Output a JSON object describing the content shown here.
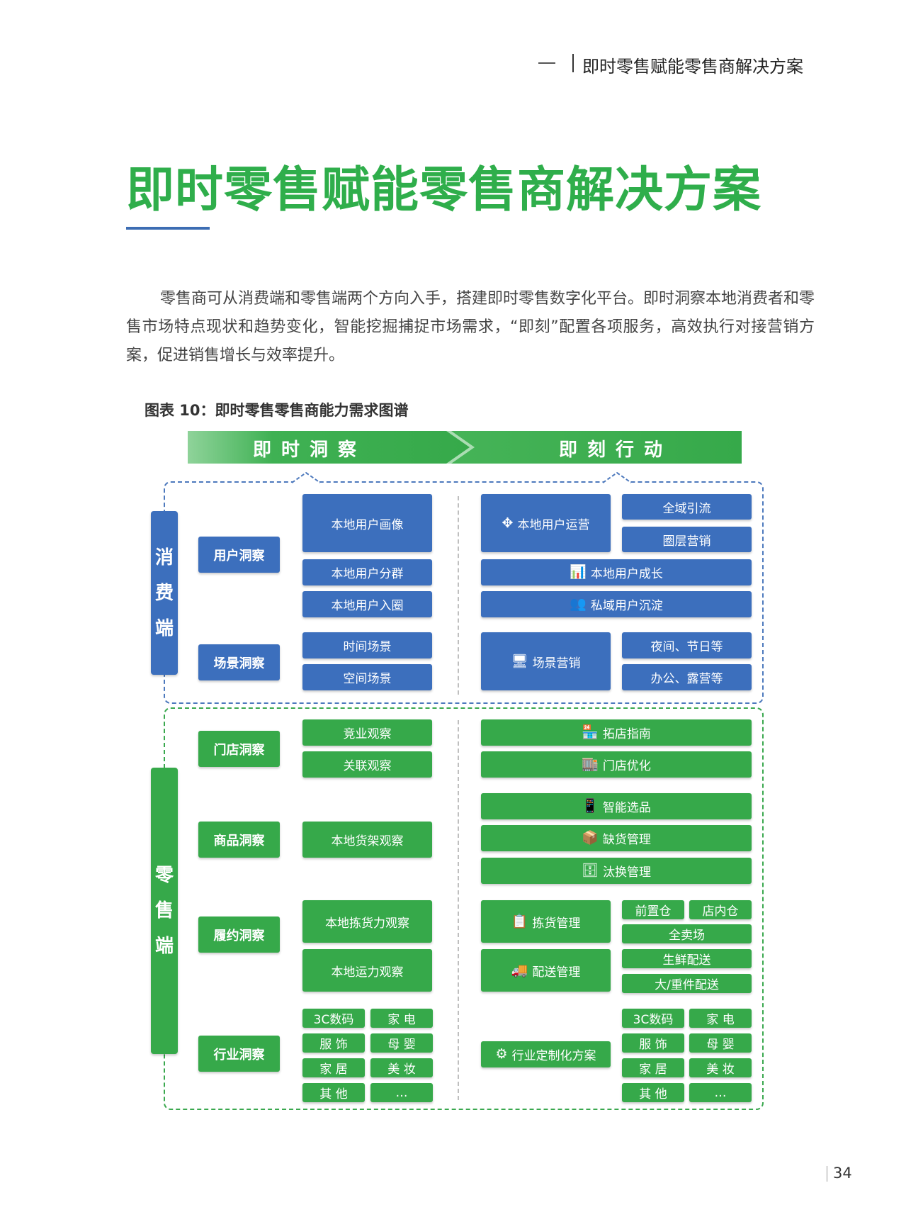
{
  "header": {
    "section_title": "即时零售赋能零售商解决方案"
  },
  "title": "即时零售赋能零售商解决方案",
  "paragraph": "零售商可从消费端和零售端两个方向入手，搭建即时零售数字化平台。即时洞察本地消费者和零售市场特点现状和趋势变化，智能挖掘捕捉市场需求，“即刻”配置各项服务，高效执行对接营销方案，促进销售增长与效率提升。",
  "caption": "图表 10：即时零售零售商能力需求图谱",
  "banner": {
    "left": "即时洞察",
    "right": "即刻行动"
  },
  "colors": {
    "green": "#36a94a",
    "blue": "#3c6fbd",
    "title_green": "#2fae4b"
  },
  "consumer": {
    "side_label": [
      "消",
      "费",
      "端"
    ],
    "user_insight": "用户洞察",
    "scene_insight": "场景洞察",
    "user_items": [
      "本地用户画像",
      "本地用户分群",
      "本地用户入圈"
    ],
    "scene_items": [
      "时间场景",
      "空间场景"
    ],
    "actions": {
      "local_ops": "本地用户运营",
      "local_ops_icon": "network-icon",
      "local_ops_sub": [
        "全域引流",
        "圈层营销"
      ],
      "growth": "本地用户成长",
      "growth_icon": "chart-growth-icon",
      "private": "私域用户沉淀",
      "private_icon": "users-icon",
      "scene_marketing": "场景营销",
      "scene_marketing_icon": "monitor-icon",
      "scene_marketing_sub": [
        "夜间、节日等",
        "办公、露营等"
      ]
    }
  },
  "retail": {
    "side_label": [
      "零",
      "售",
      "端"
    ],
    "store_insight": "门店洞察",
    "product_insight": "商品洞察",
    "fulfil_insight": "履约洞察",
    "industry_insight": "行业洞察",
    "store_items": [
      "竞业观察",
      "关联观察"
    ],
    "product_items": [
      "本地货架观察"
    ],
    "fulfil_items": [
      "本地拣货力观察",
      "本地运力观察"
    ],
    "industry_items": [
      "3C数码",
      "家 电",
      "服 饰",
      "母 婴",
      "家 居",
      "美 妆",
      "其 他",
      "…"
    ],
    "actions": {
      "expansion": "拓店指南",
      "optimize": "门店优化",
      "selection": "智能选品",
      "stockout": "缺货管理",
      "replace": "汰换管理",
      "picking": "拣货管理",
      "picking_sub": [
        "前置仓",
        "店内仓",
        "全卖场"
      ],
      "delivery": "配送管理",
      "delivery_sub": [
        "生鲜配送",
        "大/重件配送"
      ],
      "custom": "行业定制化方案",
      "custom_items": [
        "3C数码",
        "家 电",
        "服 饰",
        "母 婴",
        "家 居",
        "美 妆",
        "其 他",
        "…"
      ]
    }
  },
  "page_number": "34"
}
